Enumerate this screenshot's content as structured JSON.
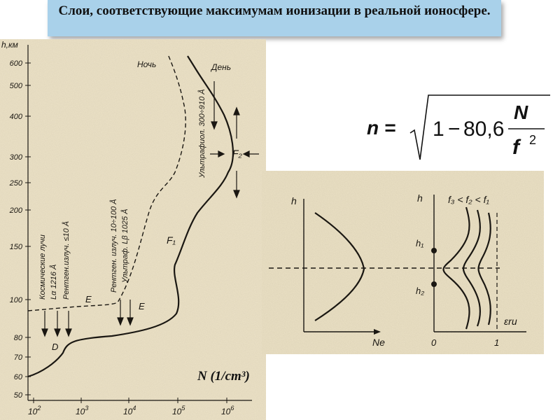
{
  "title": "Слои, соответствующие максимумам ионизации в реальной ионосфере.",
  "formula": {
    "lhs": "n =",
    "one": "1",
    "minus": "−",
    "coef": "80,6",
    "numerator": "N",
    "denominator": "f",
    "exponent": "2"
  },
  "unit_label": "N (1/cm³)",
  "left_chart": {
    "y_axis_label": "h,км",
    "y_ticks": [
      "600",
      "500",
      "400",
      "300",
      "250",
      "200",
      "150",
      "100",
      "80",
      "70",
      "60",
      "50"
    ],
    "x_base": "10",
    "x_exponents": [
      "2",
      "3",
      "4",
      "5",
      "6"
    ],
    "curve_labels": {
      "night": "Ночь",
      "day": "День"
    },
    "layer_labels": {
      "f2": "F₂",
      "f1": "F₁",
      "e": "E",
      "e2": "E",
      "d": "D"
    },
    "annotations": {
      "cosmic": "Космические лучи",
      "lalpha": "Lα 1216 Å",
      "xray_soft": "Рентген.излуч. ≤10 Å",
      "xray": "Рентген. излуч. 10÷100 Å",
      "uv_lbeta": "Ультраф. Lβ 1025 Å",
      "uv": "Ультрафиол. 300÷910 Å"
    }
  },
  "right_chart": {
    "y_label_left": "h",
    "x_label_left": "Ne",
    "y_label_right": "h",
    "x_label_right": "εru",
    "freq_order": "f₃ < f₂ < f₁",
    "h1": "h₁",
    "h2": "h₂",
    "x_tick0": "0",
    "x_tick1": "1"
  },
  "colors": {
    "banner": "#a9d1ea",
    "paper": "#efe6cf",
    "ink": "#1a1712"
  }
}
